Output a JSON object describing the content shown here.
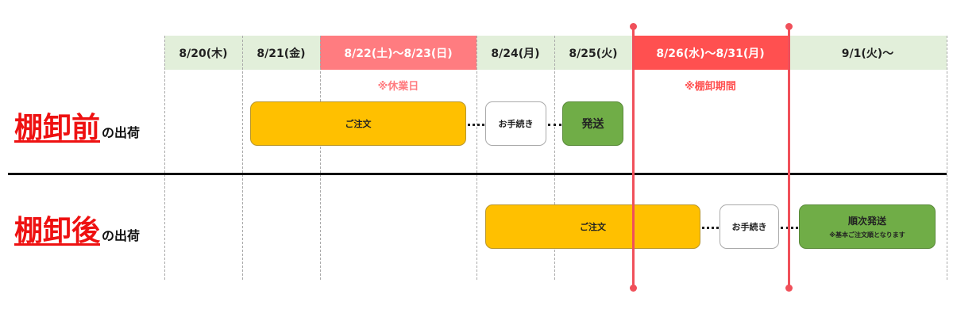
{
  "header": {
    "columns": [
      "8/20(木)",
      "8/21(金)",
      "8/22(土)～8/23(日)",
      "8/24(月)",
      "8/25(火)",
      "8/26(水)～8/31(月)",
      "9/1(火)～"
    ]
  },
  "notes": {
    "holiday": "※休業日",
    "inventory": "※棚卸期間"
  },
  "rows": [
    {
      "label_big": "棚卸前",
      "label_small": "の出荷",
      "order": "ご注文",
      "procedure": "お手続き",
      "ship": "発送"
    },
    {
      "label_big": "棚卸後",
      "label_small": "の出荷",
      "order": "ご注文",
      "procedure": "お手続き",
      "ship": "順次発送",
      "ship_note": "※基本ご注文順となります"
    }
  ],
  "colors": {
    "header": "#e2efda",
    "holiday": "#ff7c80",
    "inventory": "#ff5050",
    "order": "#ffc000",
    "ship": "#70ad47"
  }
}
